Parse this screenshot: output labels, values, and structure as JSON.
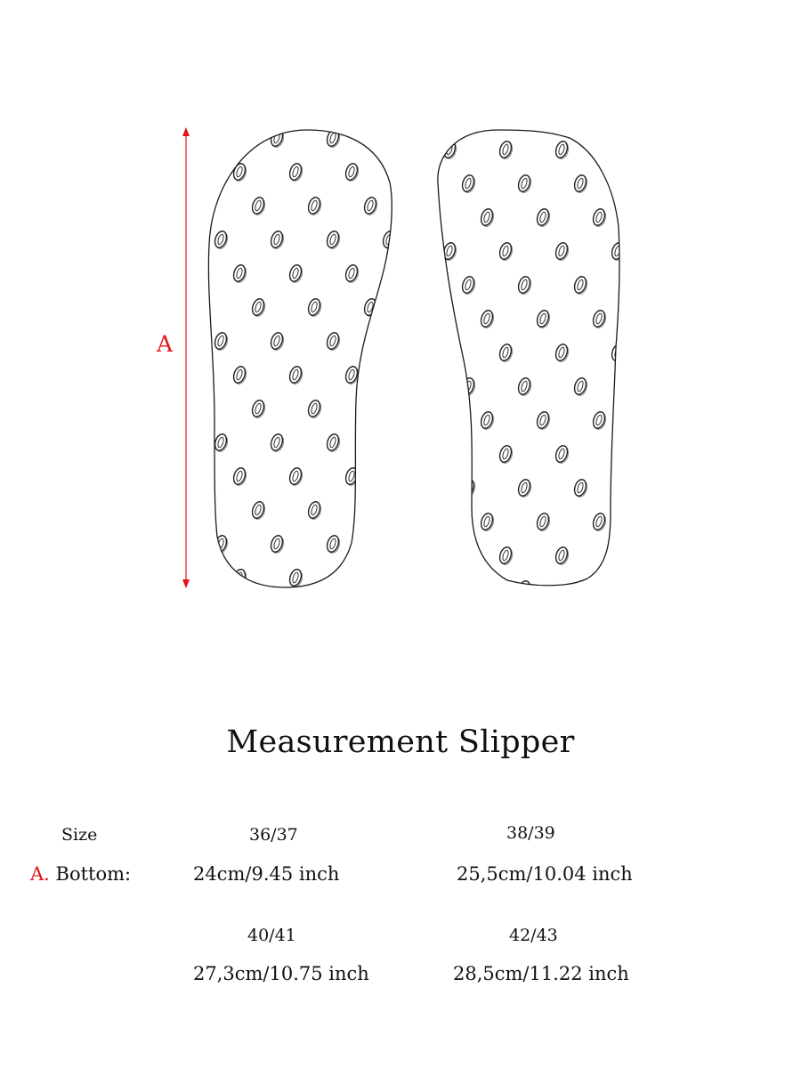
{
  "diagram": {
    "dimension_marker": "A",
    "accent_color": "#e0141a",
    "sole_pattern_icon": "oval-dot-icon"
  },
  "title": "Measurement Slipper",
  "table": {
    "size_label": "Size",
    "row_marker": "A.",
    "row_label": "Bottom:",
    "rows": [
      {
        "sizes": [
          "36/37",
          "38/39"
        ],
        "values": [
          "24cm/9.45 inch",
          "25,5cm/10.04 inch"
        ]
      },
      {
        "sizes": [
          "40/41",
          "42/43"
        ],
        "values": [
          "27,3cm/10.75 inch",
          "28,5cm/11.22 inch"
        ]
      }
    ]
  }
}
